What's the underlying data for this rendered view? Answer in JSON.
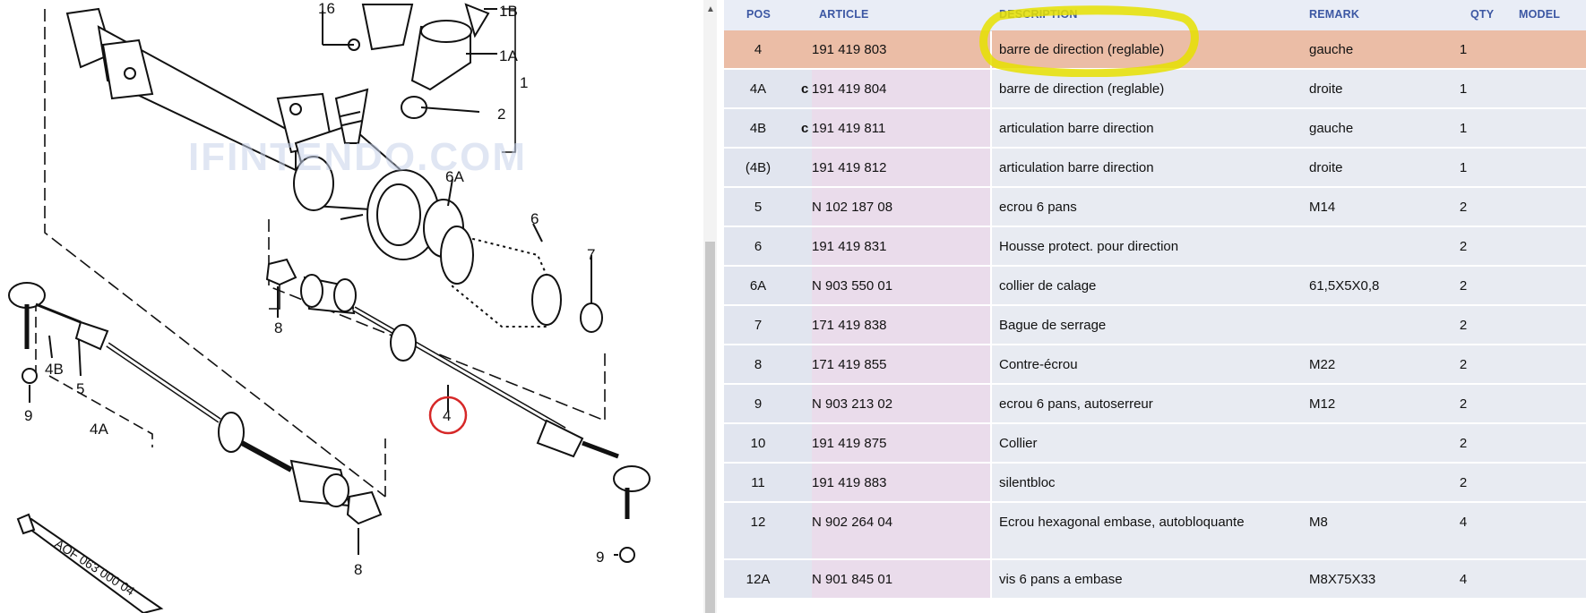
{
  "diagram": {
    "watermark": "IFINTENDO.COM",
    "labels": [
      "16",
      "1B",
      "1A",
      "1",
      "2",
      "6A",
      "6",
      "7",
      "8",
      "4B",
      "5",
      "9",
      "4A",
      "4",
      "8",
      "9"
    ],
    "tube_text": "AOF 063 000 04",
    "annotation_color": "#d62828"
  },
  "table": {
    "headers": {
      "pos": "POS",
      "article": "ARTICLE",
      "description": "DESCRIPTION",
      "remark": "REMARK",
      "qty": "QTY",
      "model": "MODEL"
    },
    "highlight_color": "#ebbda6",
    "marker_color": "#e6e000",
    "rows": [
      {
        "pos": "4",
        "flag": "",
        "article": "191 419 803",
        "description": "barre de direction (reglable)",
        "remark": "gauche",
        "qty": "1"
      },
      {
        "pos": "4A",
        "flag": "c",
        "article": "191 419 804",
        "description": "barre de direction (reglable)",
        "remark": "droite",
        "qty": "1"
      },
      {
        "pos": "4B",
        "flag": "c",
        "article": "191 419 811",
        "description": "articulation barre direction",
        "remark": "gauche",
        "qty": "1"
      },
      {
        "pos": "(4B)",
        "flag": "",
        "article": "191 419 812",
        "description": "articulation barre direction",
        "remark": "droite",
        "qty": "1"
      },
      {
        "pos": "5",
        "flag": "",
        "article": "N   102 187 08",
        "description": "ecrou 6 pans",
        "remark": "M14",
        "qty": "2"
      },
      {
        "pos": "6",
        "flag": "",
        "article": "191 419 831",
        "description": "Housse protect. pour direction",
        "remark": "",
        "qty": "2"
      },
      {
        "pos": "6A",
        "flag": "",
        "article": "N   903 550 01",
        "description": "collier de calage",
        "remark": "61,5X5X0,8",
        "qty": "2"
      },
      {
        "pos": "7",
        "flag": "",
        "article": "171 419 838",
        "description": "Bague de serrage",
        "remark": "",
        "qty": "2"
      },
      {
        "pos": "8",
        "flag": "",
        "article": "171 419 855",
        "description": "Contre-écrou",
        "remark": "M22",
        "qty": "2"
      },
      {
        "pos": "9",
        "flag": "",
        "article": "N   903 213 02",
        "description": "ecrou 6 pans, autoserreur",
        "remark": "M12",
        "qty": "2"
      },
      {
        "pos": "10",
        "flag": "",
        "article": "191 419 875",
        "description": "Collier",
        "remark": "",
        "qty": "2"
      },
      {
        "pos": "11",
        "flag": "",
        "article": "191 419 883",
        "description": "silentbloc",
        "remark": "",
        "qty": "2"
      },
      {
        "pos": "12",
        "flag": "",
        "article": "N   902 264 04",
        "description": "Ecrou hexagonal embase, autobloquante",
        "remark": "M8",
        "qty": "4"
      },
      {
        "pos": "12A",
        "flag": "",
        "article": "N   901 845 01",
        "description": "vis 6 pans a embase",
        "remark": "M8X75X33",
        "qty": "4"
      }
    ]
  }
}
